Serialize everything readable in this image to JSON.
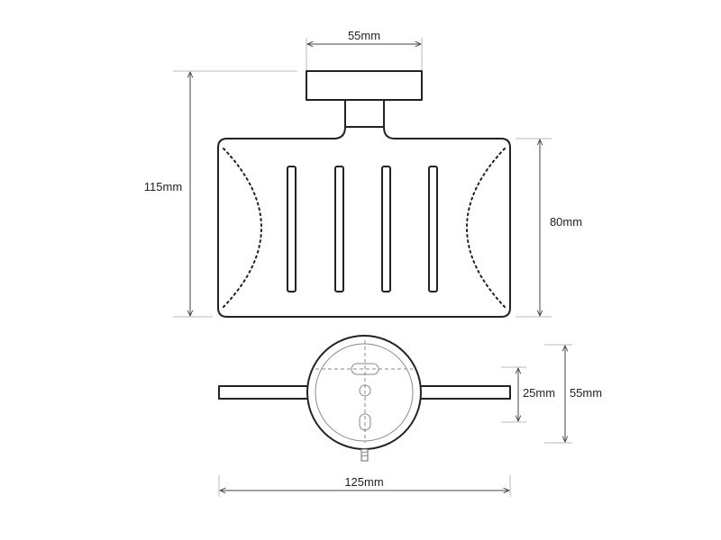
{
  "dimensions": {
    "mount_width": "55mm",
    "total_height": "115mm",
    "dish_height": "80mm",
    "plate_inner": "25mm",
    "plate_outer": "55mm",
    "total_width": "125mm"
  }
}
